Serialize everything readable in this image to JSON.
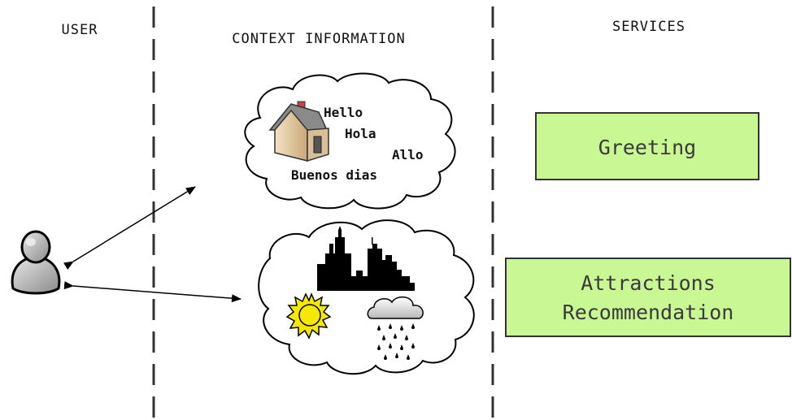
{
  "columns": {
    "user": "USER",
    "context": "CONTEXT INFORMATION",
    "services": "SERVICES"
  },
  "context_clouds": {
    "greeting_words": [
      "Hello",
      "Hola",
      "Allo",
      "Buenos dias"
    ]
  },
  "services": {
    "greeting": "Greeting",
    "attractions_line1": "Attractions",
    "attractions_line2": "Recommendation"
  },
  "colors": {
    "service_fill": "#c8f794",
    "service_border": "#333333",
    "divider": "#333333",
    "sun": "#f7e800"
  },
  "icons": [
    "user-icon",
    "house-icon",
    "city-skyline-icon",
    "sun-icon",
    "rain-cloud-icon"
  ]
}
